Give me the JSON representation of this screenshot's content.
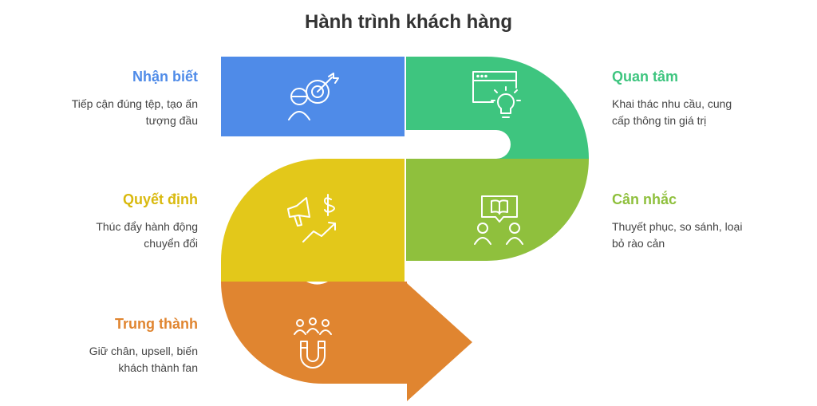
{
  "title": "Hành trình khách hàng",
  "stages": [
    {
      "name": "Nhận biết",
      "desc_l1": "Tiếp cận đúng tệp, tạo ấn",
      "desc_l2": "tượng đầu",
      "color": "#4f8be8",
      "icon": "target-audience-icon"
    },
    {
      "name": "Quan tâm",
      "desc_l1": "Khai thác nhu cầu, cung",
      "desc_l2": "cấp thông tin giá trị",
      "color": "#3ec57f",
      "icon": "web-lightbulb-icon"
    },
    {
      "name": "Cân nhắc",
      "desc_l1": "Thuyết phục, so sánh, loại",
      "desc_l2": "bỏ rào cản",
      "color": "#8fc03d",
      "icon": "people-book-icon"
    },
    {
      "name": "Quyết định",
      "desc_l1": "Thúc đẩy hành động",
      "desc_l2": "chuyển đổi",
      "color": "#e3c81a",
      "icon": "megaphone-dollar-growth-icon"
    },
    {
      "name": "Trung thành",
      "desc_l1": "Giữ chân, upsell, biến",
      "desc_l2": "khách thành fan",
      "color": "#e08530",
      "icon": "people-magnet-icon"
    }
  ]
}
